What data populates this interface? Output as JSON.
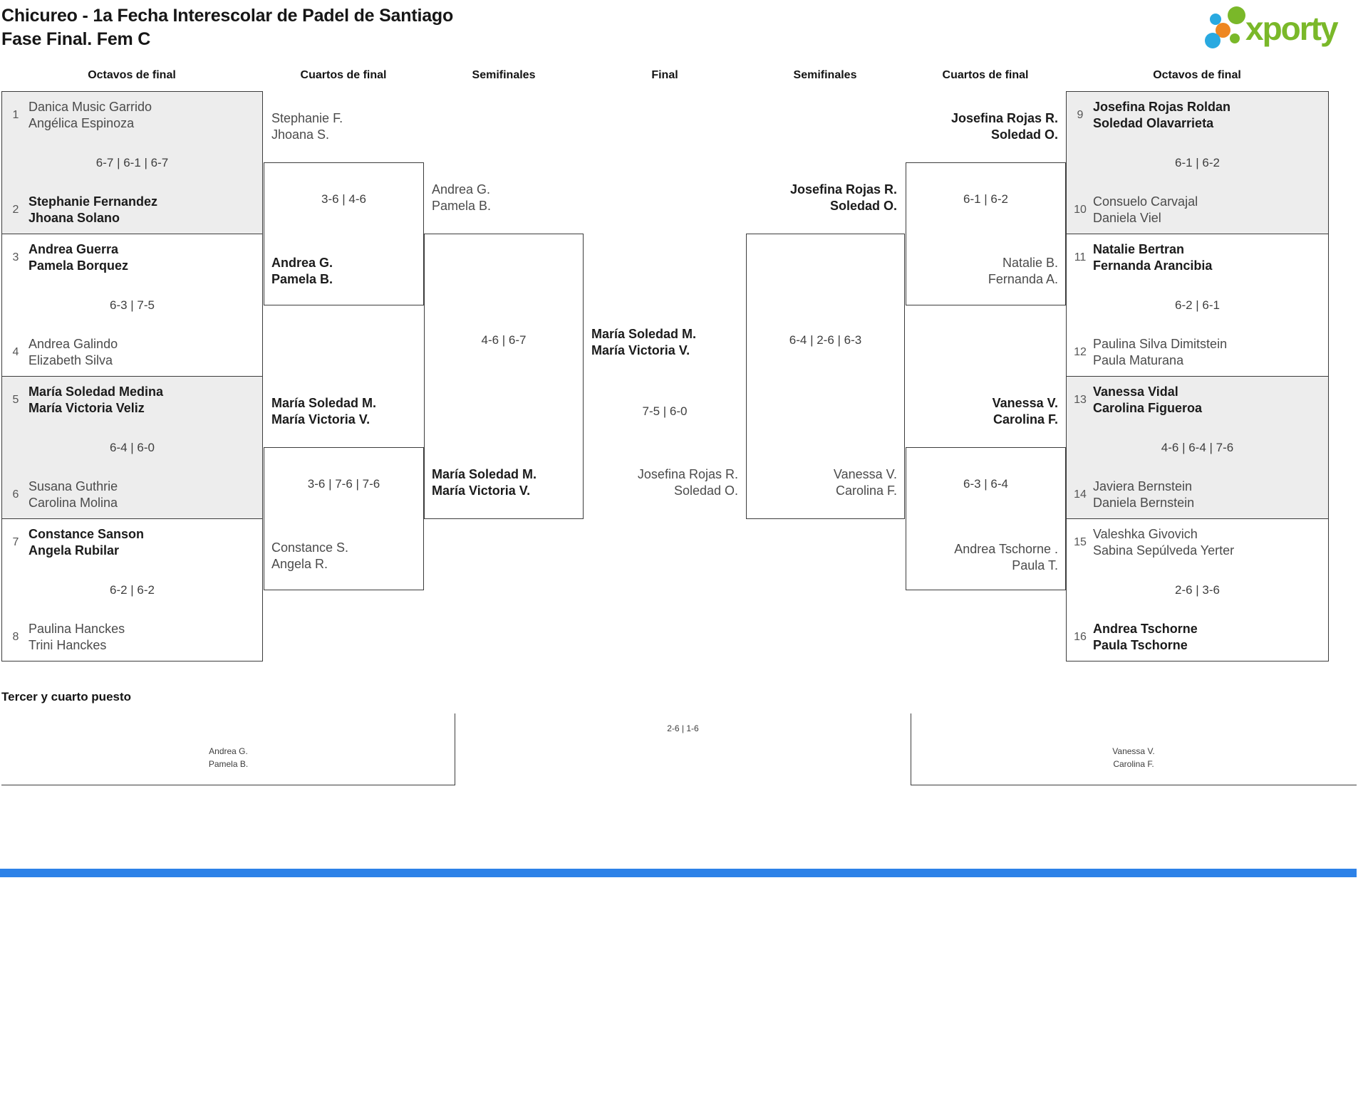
{
  "header": {
    "title_line1": "Chicureo - 1a Fecha Interescolar de Padel de Santiago",
    "title_line2": "Fase Final. Fem C",
    "logo_text": "xporty"
  },
  "colors": {
    "logo_green": "#7AB829",
    "logo_blue": "#29A9E0",
    "logo_orange": "#EE8722",
    "bottom_bar_blue": "#2D82E8",
    "shaded_match_bg": "#EDEDED"
  },
  "round_labels": {
    "r16_left": "Octavos de final",
    "qf_left": "Cuartos de final",
    "sf_left": "Semifinales",
    "final": "Final",
    "sf_right": "Semifinales",
    "qf_right": "Cuartos de final",
    "r16_right": "Octavos de final"
  },
  "r16_left": [
    {
      "seed_top": "1",
      "team_top": [
        "Danica Music Garrido",
        "Angélica Espinoza"
      ],
      "score": "6-7 | 6-1 | 6-7",
      "seed_bottom": "2",
      "team_bottom": [
        "Stephanie Fernandez",
        "Jhoana Solano"
      ]
    },
    {
      "seed_top": "3",
      "team_top": [
        "Andrea Guerra",
        "Pamela Borquez"
      ],
      "score": "6-3 | 7-5",
      "seed_bottom": "4",
      "team_bottom": [
        "Andrea Galindo",
        "Elizabeth Silva"
      ]
    },
    {
      "seed_top": "5",
      "team_top": [
        "María Soledad Medina",
        "María Victoria Veliz"
      ],
      "score": "6-4 | 6-0",
      "seed_bottom": "6",
      "team_bottom": [
        "Susana Guthrie",
        "Carolina Molina"
      ]
    },
    {
      "seed_top": "7",
      "team_top": [
        "Constance Sanson",
        "Angela Rubilar"
      ],
      "score": "6-2 | 6-2",
      "seed_bottom": "8",
      "team_bottom": [
        "Paulina Hanckes",
        "Trini Hanckes"
      ]
    }
  ],
  "r16_right": [
    {
      "seed_top": "9",
      "team_top": [
        "Josefina Rojas Roldan",
        "Soledad Olavarrieta"
      ],
      "score": "6-1 | 6-2",
      "seed_bottom": "10",
      "team_bottom": [
        "Consuelo Carvajal",
        "Daniela Viel"
      ]
    },
    {
      "seed_top": "11",
      "team_top": [
        "Natalie Bertran",
        "Fernanda Arancibia"
      ],
      "score": "6-2 | 6-1",
      "seed_bottom": "12",
      "team_bottom": [
        "Paulina Silva Dimitstein",
        "Paula Maturana"
      ]
    },
    {
      "seed_top": "13",
      "team_top": [
        "Vanessa Vidal",
        "Carolina Figueroa"
      ],
      "score": "4-6 | 6-4 | 7-6",
      "seed_bottom": "14",
      "team_bottom": [
        "Javiera Bernstein",
        "Daniela Bernstein"
      ]
    },
    {
      "seed_top": "15",
      "team_top": [
        "Valeshka Givovich",
        "Sabina Sepúlveda Yerter"
      ],
      "score": "2-6 | 3-6",
      "seed_bottom": "16",
      "team_bottom": [
        "Andrea Tschorne",
        "Paula Tschorne"
      ]
    }
  ],
  "qf_left": [
    {
      "team_top": [
        "Stephanie F.",
        "Jhoana S."
      ],
      "score": "3-6 | 4-6",
      "team_bottom": [
        "Andrea G.",
        "Pamela B."
      ]
    },
    {
      "team_top": [
        "María Soledad M.",
        "María Victoria V."
      ],
      "score": "3-6 | 7-6 | 7-6",
      "team_bottom": [
        "Constance S.",
        "Angela R."
      ]
    }
  ],
  "qf_right": [
    {
      "team_top": [
        "Josefina Rojas R.",
        "Soledad O."
      ],
      "score": "6-1 | 6-2",
      "team_bottom": [
        "Natalie B.",
        "Fernanda A."
      ]
    },
    {
      "team_top": [
        "Vanessa V.",
        "Carolina F."
      ],
      "score": "6-3 | 6-4",
      "team_bottom": [
        "Andrea Tschorne .",
        "Paula T."
      ]
    }
  ],
  "sf_left": {
    "team_top": [
      "Andrea G.",
      "Pamela B."
    ],
    "score": "4-6 | 6-7",
    "team_bottom": [
      "María Soledad M.",
      "María Victoria V."
    ]
  },
  "sf_right": {
    "team_top": [
      "Josefina Rojas R.",
      "Soledad O."
    ],
    "score": "6-4 | 2-6 | 6-3",
    "team_bottom": [
      "Vanessa V.",
      "Carolina F."
    ]
  },
  "final": {
    "team_top": [
      "María Soledad M.",
      "María Victoria V."
    ],
    "score": "7-5 | 6-0",
    "team_bottom": [
      "Josefina Rojas R.",
      "Soledad O."
    ]
  },
  "third_place": {
    "heading": "Tercer y cuarto puesto",
    "left_team": [
      "Andrea G.",
      "Pamela B."
    ],
    "score": "2-6 | 1-6",
    "right_team": [
      "Vanessa V.",
      "Carolina F."
    ]
  }
}
